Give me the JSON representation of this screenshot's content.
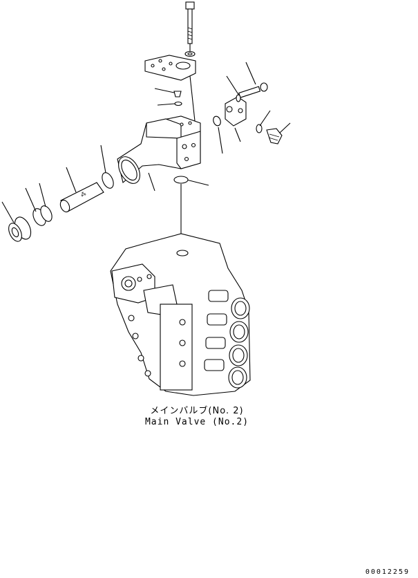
{
  "caption": {
    "japanese": "メインバルブ(No. 2)",
    "english": "Main Valve (No.2)"
  },
  "drawing_number": "00012259",
  "parts": [
    "bolt",
    "washer",
    "bracket",
    "plug",
    "o-ring",
    "flange",
    "bolt",
    "o-ring",
    "sensor",
    "elbow-housing",
    "o-ring",
    "o-ring",
    "filter",
    "o-ring",
    "backup-ring",
    "plug",
    "main-valve"
  ]
}
